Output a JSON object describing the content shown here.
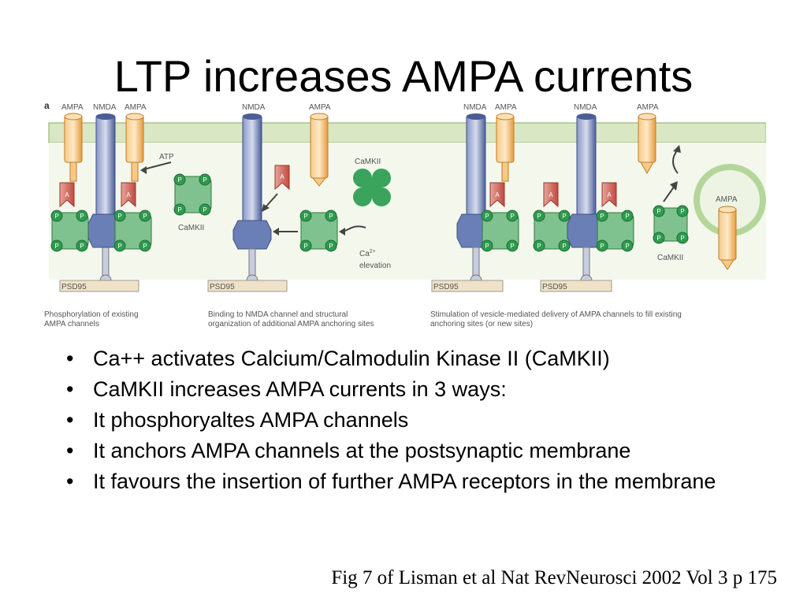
{
  "slide": {
    "title": "LTP increases AMPA currents",
    "citation": "Fig 7 of Lisman et al Nat RevNeurosci 2002 Vol 3 p 175"
  },
  "diagram": {
    "panel_letter": "a",
    "labels": {
      "ampa": "AMPA",
      "nmda": "NMDA",
      "atp": "ATP",
      "camkii": "CaMKII",
      "psd95": "PSD95",
      "a": "A",
      "p": "P",
      "ca": "Ca",
      "ca_sup": "2+",
      "elevation": "elevation"
    },
    "captions": {
      "c1_line1": "Phosphorylation of existing",
      "c1_line2": "AMPA channels",
      "c2_line1": "Binding to NMDA channel and structural",
      "c2_line2": "organization of additional AMPA anchoring sites",
      "c3_line1": "Stimulation of vesicle-mediated delivery of AMPA channels to fill existing",
      "c3_line2": "anchoring sites (or new sites)"
    },
    "colors": {
      "membrane": "#cfe0b6",
      "ampa": "#f0b15a",
      "nmda": "#5a6fa8",
      "camkii": "#2e9b4f",
      "phosphate_a": "#c94a3f",
      "psd95": "#efe2c6"
    }
  },
  "bullets": [
    "Ca++ activates Calcium/Calmodulin Kinase II (CaMKII)",
    "CaMKII increases AMPA currents in 3 ways:",
    "It phosphoryaltes AMPA channels",
    "It anchors AMPA channels at the postsynaptic membrane",
    "It favours the insertion of further AMPA receptors in the membrane"
  ],
  "bullet_symbol": "•"
}
